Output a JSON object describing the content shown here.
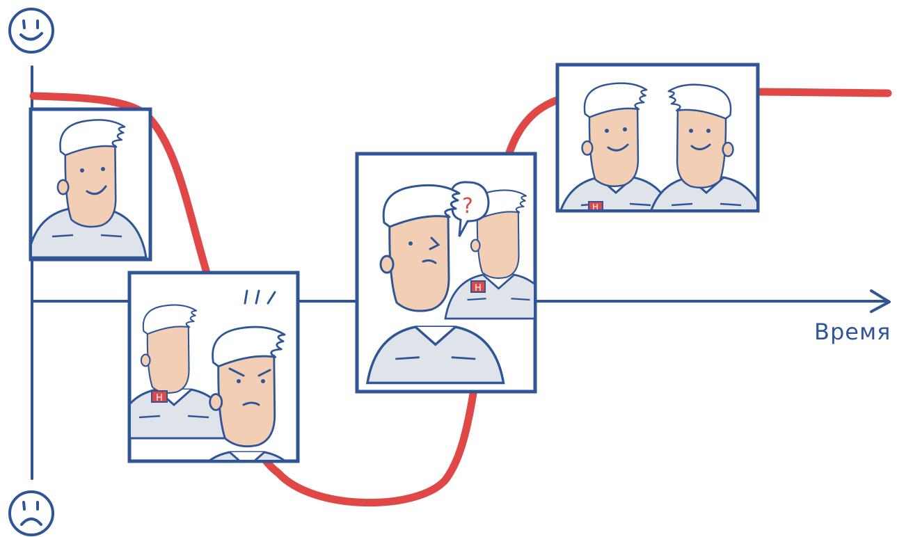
{
  "axis": {
    "x_label": "Время"
  },
  "icons": {
    "top": "happy-face-icon",
    "bottom": "sad-face-icon"
  },
  "colors": {
    "axis": "#2f5597",
    "curve": "#e04848",
    "skin": "#f2cfb4",
    "uniform": "#dfe3ea",
    "badge": "#e04848",
    "question_mark": "#e04848"
  },
  "panels": [
    {
      "id": "panel-1",
      "stage": "initial-happy",
      "badge": ""
    },
    {
      "id": "panel-2",
      "stage": "angry",
      "badge": "H"
    },
    {
      "id": "panel-3",
      "stage": "confused",
      "badge": "H",
      "question_mark": "?"
    },
    {
      "id": "panel-4",
      "stage": "team-happy",
      "badge": "H"
    }
  ]
}
